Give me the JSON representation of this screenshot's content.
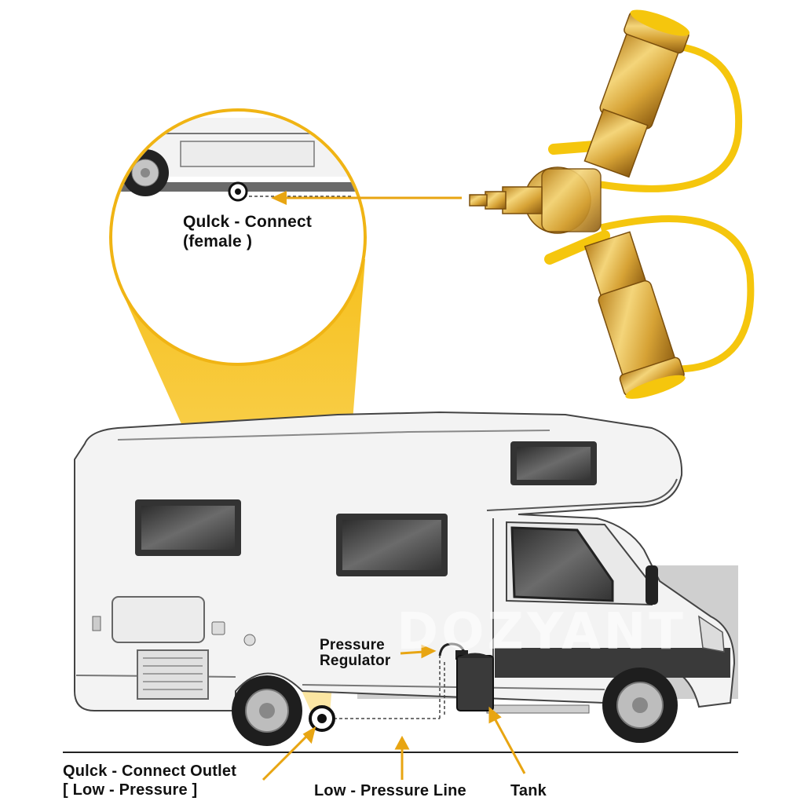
{
  "colors": {
    "accent_yellow": "#f5c60d",
    "cone_yellow": "#f7c631",
    "line_gold": "#e8a512",
    "brass": "#d9a53a",
    "rv_body": "#f2f2f2",
    "outline": "#3a3a3a",
    "watermark_bg": "#c8c8c8"
  },
  "labels": {
    "zoom_connect_line1": "Qulck - Connect",
    "zoom_connect_line2": "(female )",
    "pressure_regulator_line1": "Pressure",
    "pressure_regulator_line2": "Regulator",
    "outlet_line1": "Qulck - Connect Outlet",
    "outlet_line2": "[ Low - Pressure ]",
    "low_pressure_line": "Low - Pressure Line",
    "tank": "Tank"
  },
  "watermark": "DOZYANT",
  "icons": {
    "product": "brass-tee-adapter-icon",
    "vehicle": "motorhome-illustration",
    "tank": "propane-tank-icon",
    "outlet": "quick-connect-outlet-icon"
  }
}
